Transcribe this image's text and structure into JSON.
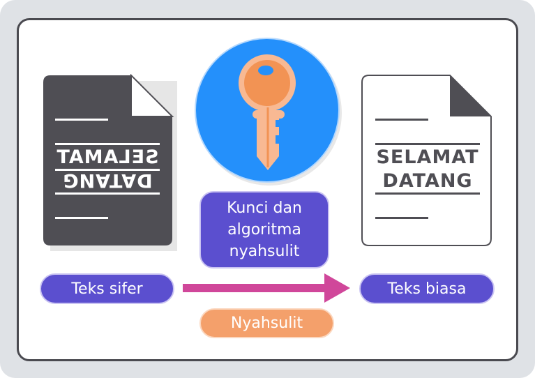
{
  "cipher_doc": {
    "line1": "SELAMAT",
    "line2": "DATANG"
  },
  "plain_doc": {
    "line1": "SELAMAT",
    "line2": "DATANG"
  },
  "key_box": {
    "label": "Kunci dan algoritma nyahsulit"
  },
  "labels": {
    "ciphertext": "Teks sifer",
    "plaintext": "Teks biasa",
    "process": "Nyahsulit"
  },
  "colors": {
    "purple": "#5b4fcf",
    "orange": "#f4a06b",
    "arrow": "#d0479a",
    "blue": "#2490fb",
    "dark_doc": "#4f4e54"
  }
}
